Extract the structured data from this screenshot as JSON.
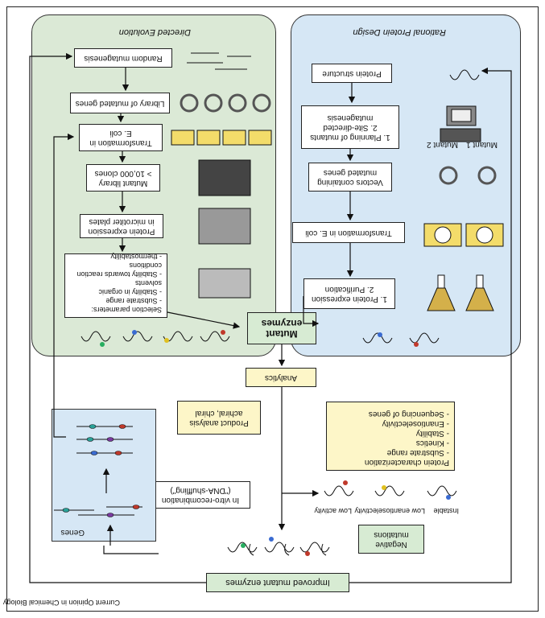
{
  "credit": "Current Opinion in Chemical Biology",
  "top_box": "Improved mutant enzymes",
  "rational": {
    "title": "Rational Protein Design",
    "steps": {
      "structure": "Protein structure",
      "planning": [
        "1. Planning of mutants",
        "2. Site-directed",
        "mutagenesis"
      ],
      "vectors": [
        "Vectors containing",
        "mutated genes"
      ],
      "transformation": "Transformation in E. coli",
      "expression": [
        "1. Protein expression",
        "2. Purification"
      ]
    },
    "mutant1": "Mutant 1",
    "mutant2": "Mutant 2"
  },
  "directed": {
    "title": "Directed Evolution",
    "steps": {
      "random": "Random mutagenesis",
      "library": "Library of mutated genes",
      "transformation": [
        "Transformation in",
        "E. coli"
      ],
      "mutant_library": [
        "Mutant library",
        "> 10,000 clones"
      ],
      "expression": [
        "Protein expression",
        "in microtiter plates"
      ],
      "selection": [
        "Selection parameters:",
        "- Substrate range",
        "- Stability in organic solvents",
        "- Stability towards reaction",
        "  conditions",
        "- thermostability"
      ]
    }
  },
  "mutant_enzymes": [
    "Mutant",
    "enzymes"
  ],
  "analytics": "Analytics",
  "product_analysis": [
    "Product analysis",
    "achiral, chiral"
  ],
  "protein_characterization": [
    "Protein characterization",
    "- Substrate range",
    "- Kinetics",
    "- Stability",
    "- Enantioselectivity",
    "- Sequencing of genes"
  ],
  "negative_mutations": [
    "Negative",
    "mutations"
  ],
  "neg_labels": [
    "Instable",
    "Low enantioselectivity",
    "Low activity"
  ],
  "recombination": [
    "In vitro-recombination",
    "(\"DNA-shuffling\")"
  ],
  "genes_label": "Genes",
  "colors": {
    "rational_bg": "#d6e7f5",
    "directed_bg": "#dbe9d6",
    "yellow_box": "#fdf6c8",
    "green_box": "#d7ebd3"
  }
}
